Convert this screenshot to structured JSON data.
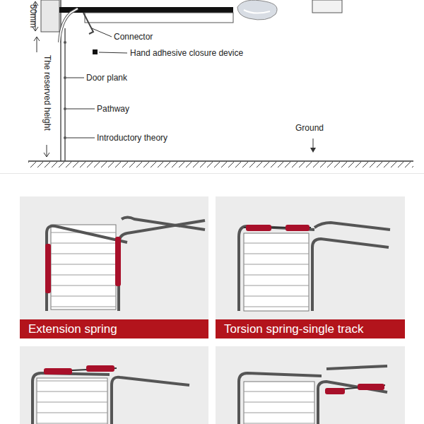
{
  "diagram": {
    "nodes": [
      {
        "text": [
          "Extension spring"
        ]
      },
      {
        "text": [
          "Torsion spring-single track"
        ]
      }
    ],
    "labels": [
      "50mm",
      "The reserved height",
      "Connector",
      "Hand adhesive closure device",
      "Door plank",
      "Pathway",
      "Introductory theory",
      "Ground"
    ]
  }
}
